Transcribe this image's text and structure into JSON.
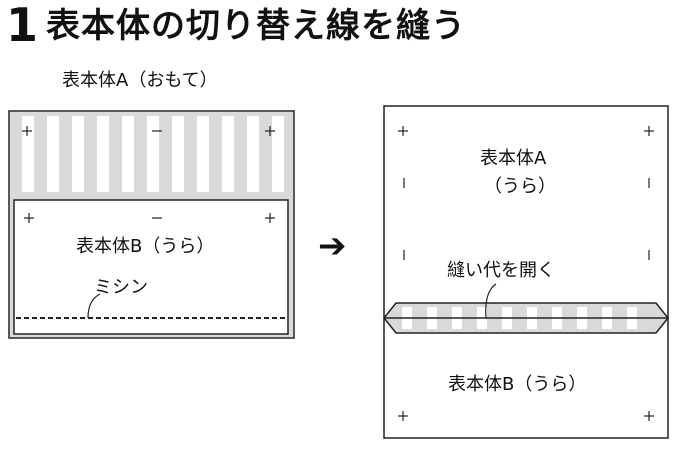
{
  "step": {
    "number": "1",
    "title": "表本体の切り替え線を縫う"
  },
  "left_panel": {
    "top_fabric_label": "表本体A（おもて）",
    "bottom_fabric_label": "表本体B（うら）",
    "stitch_label": "ミシン"
  },
  "arrow": "➔",
  "right_panel": {
    "top_label_line1": "表本体A",
    "top_label_line2": "（うら）",
    "seam_label": "縫い代を開く",
    "bottom_label": "表本体B（うら）"
  },
  "colors": {
    "outline": "#222222",
    "fabric_shade": "#d9d9d9",
    "stripe_light": "#ffffff"
  }
}
